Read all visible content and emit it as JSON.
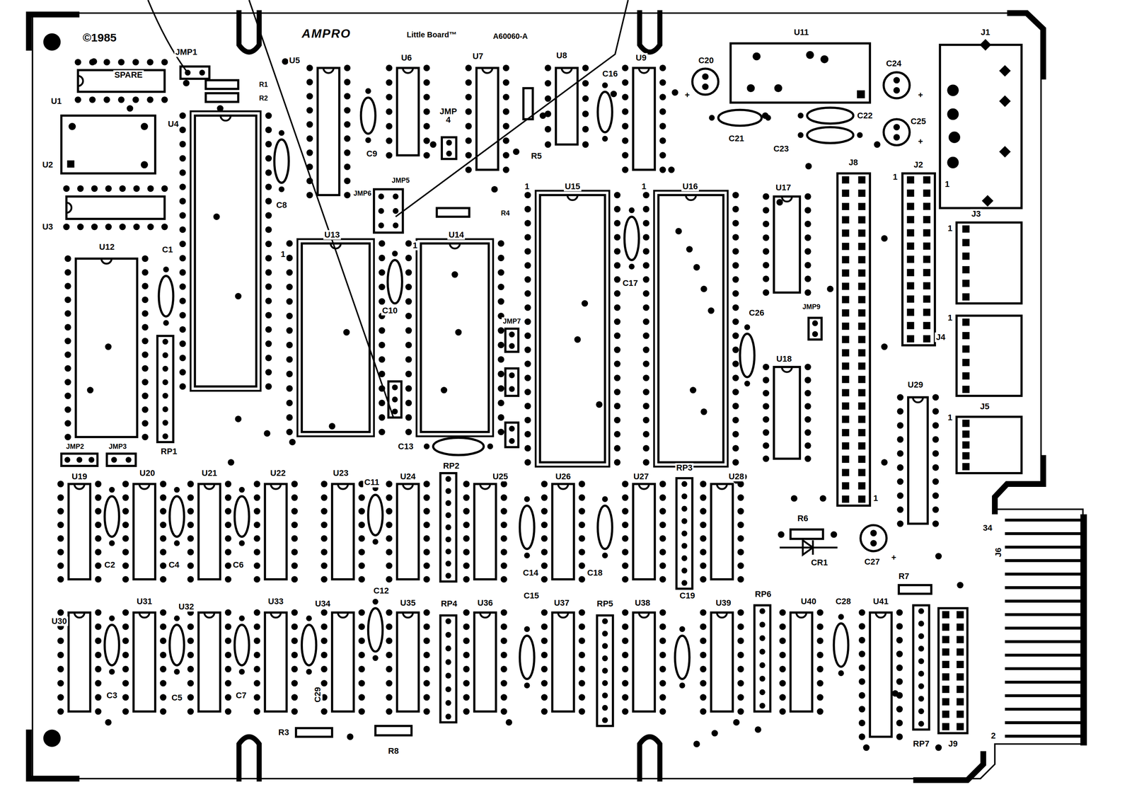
{
  "diagram": {
    "labels": [
      "©1985",
      "AMPRO",
      "Little Board™",
      "A60060-A",
      "JMP1",
      "SPARE",
      "U1",
      "R1",
      "R2",
      "U4",
      "U2",
      "U3",
      "U5",
      "C8",
      "U6",
      "U7",
      "U8",
      "C16",
      "U9",
      "C9",
      "JMP 4",
      "R5",
      "JMP6",
      "JMP5",
      "R4",
      "C20",
      "U11",
      "C24",
      "C21",
      "C22",
      "C23",
      "C25",
      "J1",
      "J8",
      "J2",
      "1",
      "1",
      "J3",
      "1",
      "U12",
      "C1",
      "1",
      "U13",
      "U14",
      "1",
      "1",
      "U15",
      "1",
      "U16",
      "U17",
      "C17",
      "C10",
      "JMP7",
      "JMP9",
      "C26",
      "U18",
      "RP1",
      "JMP2",
      "JMP3",
      "C13",
      "RP2",
      "J4",
      "1",
      "J5",
      "1",
      "U29",
      "1",
      "U19",
      "U20",
      "U21",
      "U22",
      "U23",
      "C11",
      "U24",
      "U25",
      "U26",
      "U27",
      "RP3",
      "U28",
      "C2",
      "C4",
      "C6",
      "C14",
      "C18",
      "R6",
      "CR1",
      "C27",
      "34",
      "J6",
      "2",
      "R7",
      "U30",
      "U31",
      "U32",
      "U33",
      "U34",
      "C12",
      "U35",
      "RP4",
      "U36",
      "C15",
      "U37",
      "RP5",
      "U38",
      "C19",
      "U39",
      "RP6",
      "U40",
      "C28",
      "U41",
      "C3",
      "C5",
      "C7",
      "C29",
      "R3",
      "R8",
      "RP7",
      "J9",
      "+",
      "+",
      "+",
      "+"
    ]
  }
}
